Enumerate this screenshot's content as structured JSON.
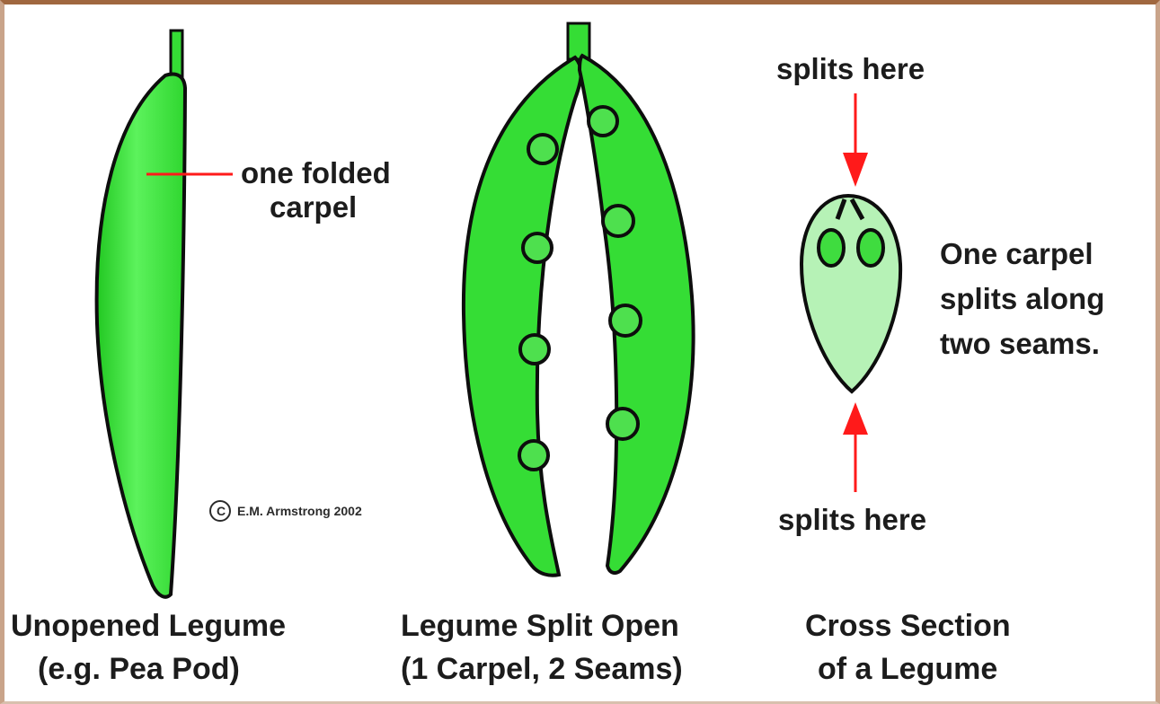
{
  "colors": {
    "pod_green": "#35dd35",
    "pod_green_light": "#5cf25c",
    "seed_green": "#4ee04e",
    "section_fill": "#b6f2b6",
    "outline": "#0d0d0d",
    "arrow_red": "#ff1a1a",
    "frame_brown": "#a0673f"
  },
  "unopened": {
    "label_line1": "one folded",
    "label_line2": "carpel",
    "caption_line1": "Unopened Legume",
    "caption_line2": "(e.g.  Pea Pod)"
  },
  "copyright": {
    "symbol": "C",
    "text": "E.M. Armstrong 2002"
  },
  "split_open": {
    "caption_line1": "Legume Split Open",
    "caption_line2": "(1 Carpel, 2 Seams)"
  },
  "cross_section": {
    "top_label": "splits here",
    "bottom_label": "splits here",
    "side_line1": "One carpel",
    "side_line2": "splits along",
    "side_line3": "two seams.",
    "caption_line1": "Cross Section",
    "caption_line2": "of a Legume"
  }
}
